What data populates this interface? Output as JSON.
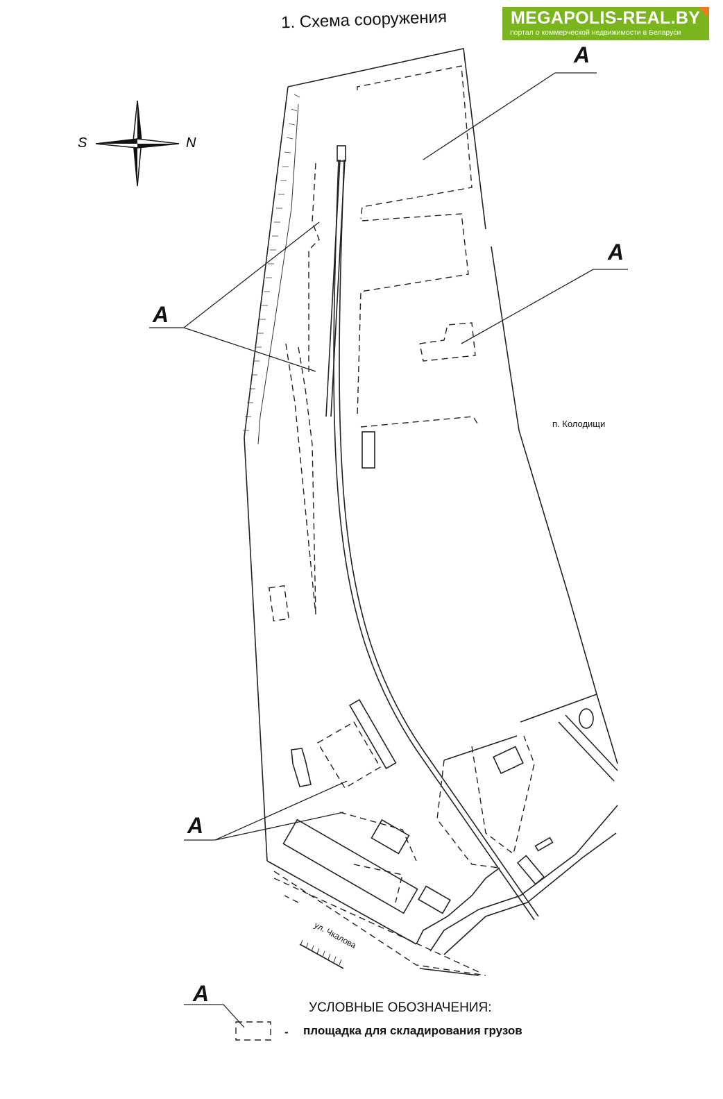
{
  "title": "1. Схема сооружения",
  "logo": {
    "name": "MEGAPOLIS-REAL.BY",
    "tagline": "портал о коммерческой недвижимости в Беларуси",
    "color": "#7ab51d",
    "accent": "#f07a1a"
  },
  "compass": {
    "south": "S",
    "north": "N"
  },
  "area_label": "A",
  "places": {
    "village": "п. Колодищи",
    "street": "ул. Чкалова"
  },
  "legend": {
    "heading": "УСЛОВНЫЕ ОБОЗНАЧЕНИЯ:",
    "symbol_label": "A",
    "dash": "-",
    "item": "площадка для складирования грузов"
  }
}
